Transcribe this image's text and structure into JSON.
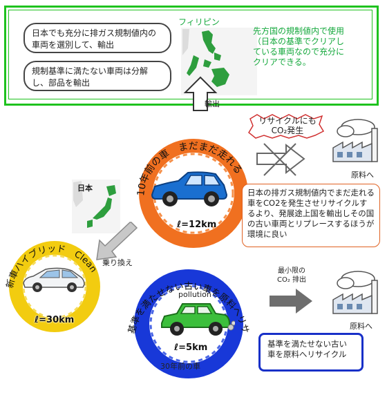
{
  "top_box": {
    "note1": "日本でも充分に排ガス規制値内の車両を選別して、輸出",
    "note2": "規制基準に満たない車両は分解し、部品を輸出",
    "country": "フィリピン",
    "side_text": "先方国の規制値内で使用（日本の基準でクリアしている車両なので充分にクリアできる。",
    "export_label": "輸出"
  },
  "orange_ring": {
    "title": "10年前の車　まだまだ走れる",
    "distance": "ℓ=12km"
  },
  "recycle_warning": {
    "line1": "リサイクルにも",
    "line2": "CO₂発生"
  },
  "factory_top_label": "原料へ",
  "orange_note": "日本の排ガス規制値内でまだ走れる車をCO2を発生させリサイクルするより、発展途上国を輸出しその国の古い車両とリプレースするほうが環境に良い",
  "japan_label": "日本",
  "switch_label": "乗り換え",
  "yellow_ring": {
    "title": "新車ハイブリッド　Clean",
    "distance": "ℓ=30km"
  },
  "blue_ring": {
    "title": "基準を満たせない古い車を原料へリサイクル",
    "pollution": "pollution",
    "distance": "ℓ=5km",
    "bottom": "30年前の車"
  },
  "min_co2_line1": "最小限の",
  "min_co2_line2": "CO₂ 排出",
  "factory_bottom_label": "原料へ",
  "blue_note": "基準を満たせない古い車を原料へリサイクル",
  "colors": {
    "green": "#1ec21e",
    "orange": "#f07020",
    "yellow": "#f2cc10",
    "blue": "#1838d8",
    "blue_car": "#1a6fd0",
    "green_car": "#3cbf3c"
  }
}
